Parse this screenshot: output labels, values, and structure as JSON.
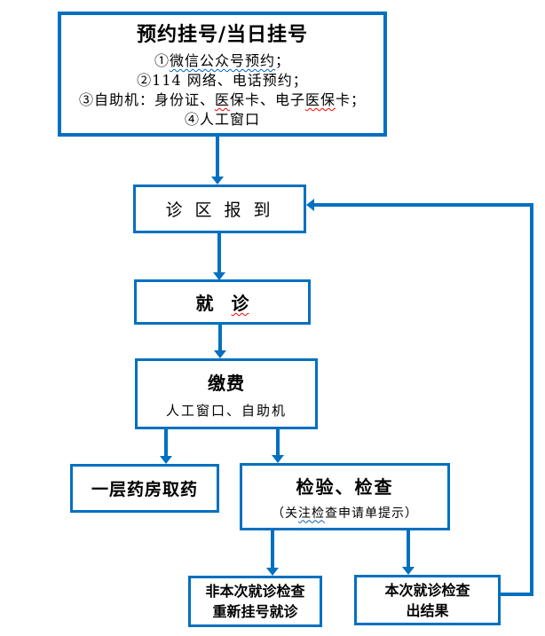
{
  "colors": {
    "accent_blue": "#0070C0",
    "text": "#000000",
    "spellcheck_red": "#FF0000",
    "spellcheck_blue": "#0563C1",
    "background": "#FFFFFF"
  },
  "flowchart": {
    "register": {
      "title": "预约挂号/当日挂号",
      "line1_pre": "①",
      "line1_wavy": "微信公众号预约",
      "line1_post": "；",
      "line2": "②114 网络、电话预约；",
      "line3_pre": "③自助机：身份证、",
      "line3_wavy1": "医",
      "line3_mid": "保卡、电子",
      "line3_wavy2": "医保",
      "line3_post": "卡；",
      "line4": "④人工窗口"
    },
    "checkin": {
      "label": "诊 区 报 到"
    },
    "visit": {
      "char1": "就",
      "char2": "诊"
    },
    "pay": {
      "title": "缴费",
      "subtitle": "人工窗口、自助机"
    },
    "pharmacy": {
      "label": "一层药房取药"
    },
    "exam": {
      "title": "检验、检查",
      "sub_pre": "（关",
      "sub_wavy": "注检",
      "sub_post": "查申请单提示）"
    },
    "reexam": {
      "line1": "非本次就诊检查",
      "line2": "重新挂号就诊"
    },
    "result": {
      "line1": "本次就诊检查",
      "line2": "出结果"
    }
  }
}
